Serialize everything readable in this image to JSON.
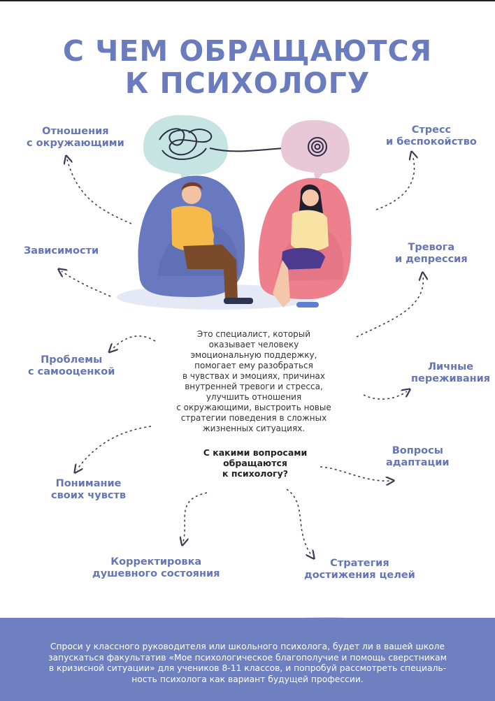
{
  "title": {
    "line1": "С ЧЕМ ОБРАЩАЮТСЯ",
    "line2": "К ПСИХОЛОГУ"
  },
  "topics": {
    "relations": [
      "Отношения",
      "с окружающими"
    ],
    "stress": [
      "Стресс",
      "и беспокойство"
    ],
    "addictions": [
      "Зависимости"
    ],
    "anxiety": [
      "Тревога",
      "и депрессия"
    ],
    "selfesteem": [
      "Проблемы",
      "с самооценкой"
    ],
    "experiences": [
      "Личные",
      "переживания"
    ],
    "adaptation": [
      "Вопросы",
      "адаптации"
    ],
    "feelings": [
      "Понимание",
      "своих чувств"
    ],
    "correction": [
      "Корректировка",
      "душевного состояния"
    ],
    "goals": [
      "Стратегия",
      "достижения целей"
    ]
  },
  "center_text": [
    "Это специалист, который",
    "оказывает человеку",
    "эмоциональную поддержку,",
    "помогает ему разобраться",
    "в чувствах и эмоциях, причинах",
    "внутренней тревоги и стресса,",
    "улучшить отношения",
    "с окружающими, выстроить новые",
    "стратегии поведения в сложных",
    "жизненных ситуациях."
  ],
  "question": [
    "С какими вопросами",
    "обращаются",
    "к психологу?"
  ],
  "footer": [
    "Спроси у классного руководителя или школьного психолога, будет ли в вашей школе",
    "запускаться факультатив «Мое психологическое благополучие и помощь сверстникам",
    "в кризисной ситуации» для учеников 8-11 классов, и попробуй рассмотреть специаль-",
    "ность психолога как вариант будущей профессии."
  ],
  "colors": {
    "accent": "#6a7cbd",
    "footer": "#6f80c0",
    "chair_left": "#6879c0",
    "chair_right": "#ee7f8d"
  }
}
